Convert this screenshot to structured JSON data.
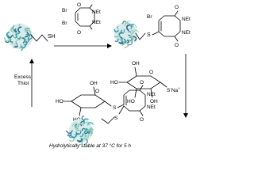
{
  "reagent": {
    "br1": "Br",
    "br2": "Br",
    "o_top": "O",
    "o_bottom": "O",
    "n1": "NEt",
    "n2": "NEt"
  },
  "start": {
    "sh": "SH"
  },
  "product1": {
    "br": "Br",
    "s": "S",
    "o_top": "O",
    "o_bottom": "O",
    "n1": "NEt",
    "n2": "NEt"
  },
  "thioglucose": {
    "ho1": "HO",
    "ho2": "HO",
    "oh1": "OH",
    "oh2": "OH",
    "o_ring": "O",
    "sna": "S",
    "na_sup": "-",
    "na": "Na",
    "na_plus": "+"
  },
  "product2": {
    "ho1": "HO",
    "ho2": "HO",
    "oh": "OH",
    "o_ring": "O",
    "s_glyco": "S",
    "s_protein": "S",
    "o_top": "O",
    "o_bottom": "O",
    "n1": "NEt",
    "n2": "NEt"
  },
  "reverse": {
    "line1": "Excess",
    "line2": "Thiol"
  },
  "caption": "Hydrolytically stable at 37 °C for 5 h",
  "colors": {
    "protein_a": "#3a9fb0",
    "protein_b": "#8fc9b0",
    "protein_c": "#2f6f8a"
  }
}
